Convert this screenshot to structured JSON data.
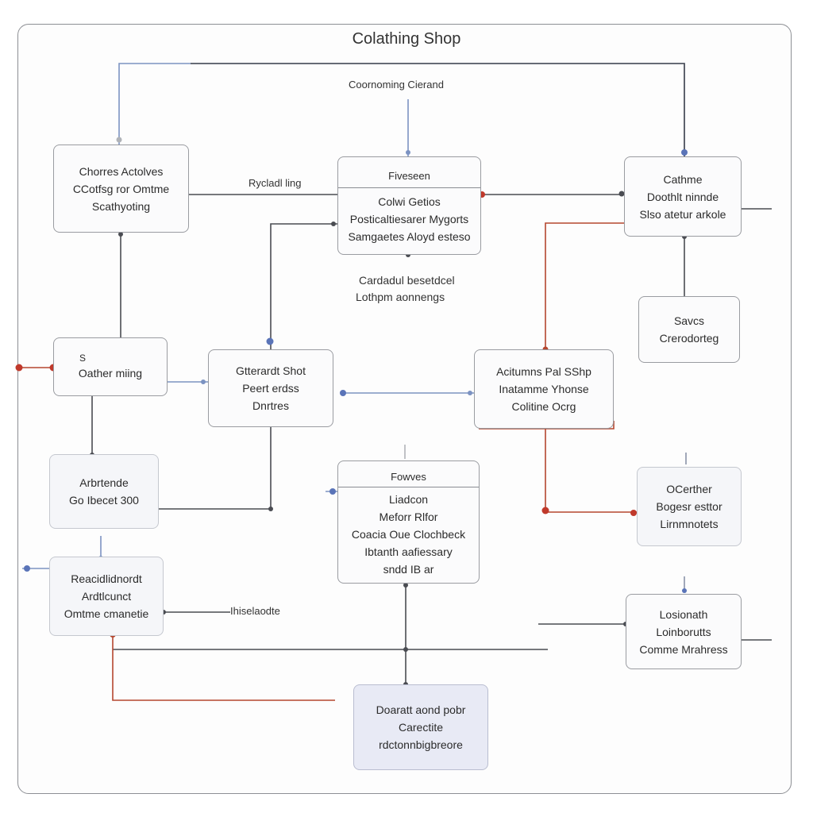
{
  "title": "Colathing Shop",
  "labels": {
    "top_label": "Coornoming Cierand",
    "left_link": "Rycladl ling",
    "mid_note_1": "Cardadul besetdcel",
    "mid_note_2": "Lothpm aonnengs",
    "bottom_link": "Ihiselaodte"
  },
  "boxes": {
    "chores": [
      "Chorres Actolves",
      "CCotfsg ror Omtme",
      "Scathyoting"
    ],
    "fiveseen": {
      "head": "Fiveseen",
      "lines": [
        "Colwi Getios",
        "Posticaltiesarer Mygorts",
        "Samgaetes Aloyd esteso"
      ]
    },
    "cathme": [
      "Cathme",
      "Doothlt ninnde",
      "Slso atetur arkole"
    ],
    "other_ming": [
      "S",
      "Oather miing"
    ],
    "central_shot": [
      "Gtterardt Shot",
      "Peert erdss",
      "Dnrtres"
    ],
    "actions_shop": [
      "Acitumns Pal SShp",
      "Inatamme Yhonse",
      "Colitine Ocrg"
    ],
    "saves": [
      "Savcs",
      "Crerodorteg"
    ],
    "attendle": [
      "Arbrtende",
      "Go Ibecet 300"
    ],
    "fowves": {
      "head": "Fowves",
      "lines": [
        "Liadcon",
        "Meforr Rlfor",
        "Coacia Oue Clochbeck",
        "Ibtanth aafiessary",
        "sndd IB ar"
      ]
    },
    "ocerther": [
      "OCerther",
      "Bogesr esttor",
      "Lirnmnotets"
    ],
    "recd": [
      "Reacidlidnordt",
      "Ardtlcunct",
      "Omtme cmanetie"
    ],
    "losionath": [
      "Losionath",
      "Loinborutts",
      "Comme Mrahress"
    ],
    "docrat": [
      "Doaratt aond pobr",
      "Carectite",
      "rdctonnbigbreore"
    ]
  },
  "colors": {
    "line_dark": "#4a4c52",
    "line_blue": "#7c93c2",
    "line_red": "#b5472f",
    "dot_blue": "#5a74b8",
    "dot_red": "#c0392b"
  }
}
